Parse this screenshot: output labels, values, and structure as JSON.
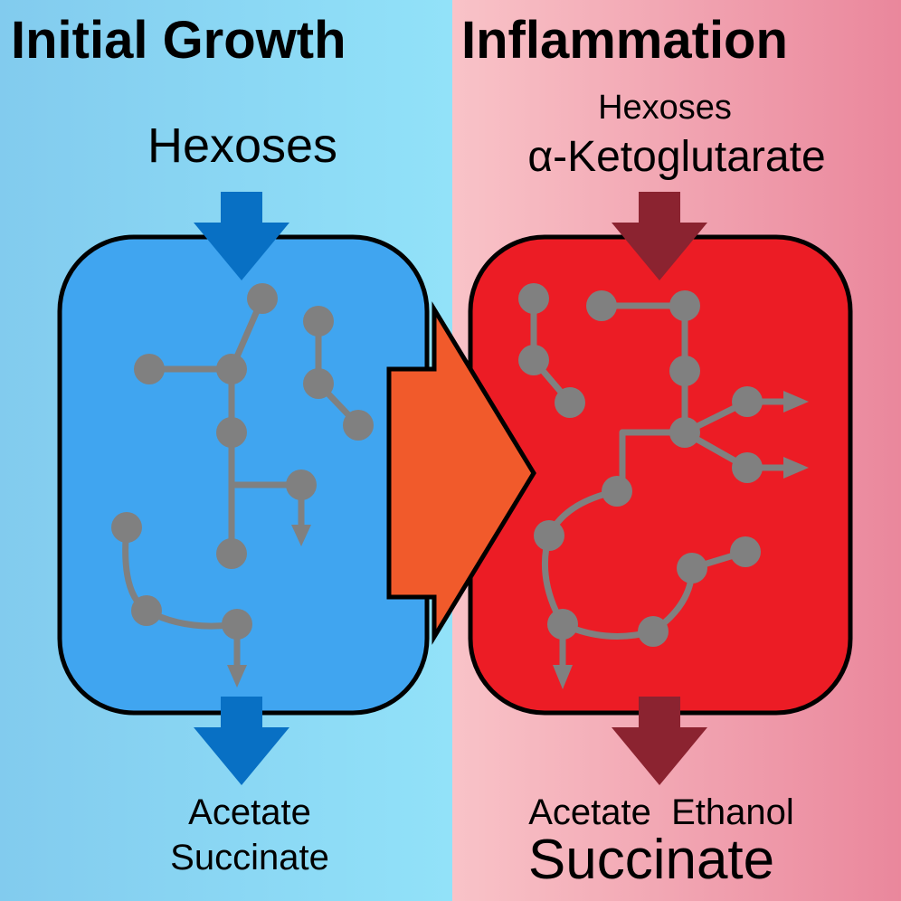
{
  "left_panel": {
    "title": "Initial Growth",
    "input_label": "Hexoses",
    "output_line_1": "Acetate",
    "output_line_2": "Succinate"
  },
  "right_panel": {
    "title": "Inflammation",
    "input_line_1": "Hexoses",
    "input_line_2": "α-Ketoglutarate",
    "output_line_1": "Acetate  Ethanol",
    "output_line_2": "Succinate"
  },
  "colors": {
    "left_background": "#8ad7f3",
    "right_background": "#f3a8b4",
    "left_cell": "#40a5f0",
    "right_cell": "#ec1c25",
    "left_arrow": "#0870c4",
    "right_arrow": "#8b2330",
    "transition_arrow": "#f15a2b",
    "pathway": "#808080"
  }
}
